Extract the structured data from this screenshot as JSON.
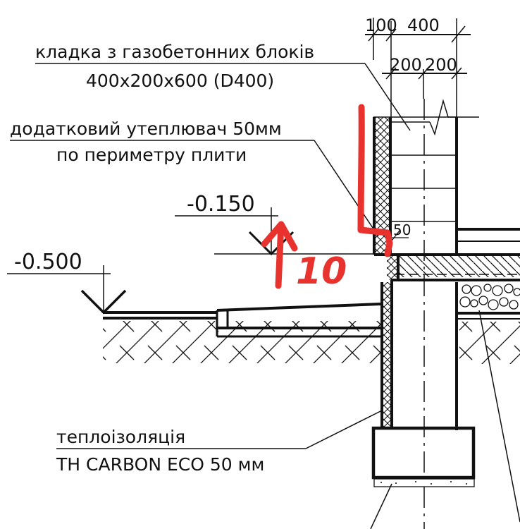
{
  "drawing": {
    "title": "Foundation / wall junction detail",
    "colors": {
      "ink": "#111111",
      "markup": "#e8322e",
      "background": "#ffffff"
    }
  },
  "dimensions": {
    "top_row": [
      "100",
      "400"
    ],
    "second_row": [
      "200",
      "200"
    ],
    "insulation_gap": "50"
  },
  "labels": {
    "masonry_line1": "кладка з газобетонних блоків",
    "masonry_line2": "400x200x600 (D400)",
    "extra_insulation_line1": "додатковий утеплювач 50мм",
    "extra_insulation_line2": "по периметру плити",
    "thermal_insulation_line1": "теплоізоляція",
    "thermal_insulation_line2": "TH CARBON ECO   50 мм"
  },
  "elevations": {
    "level_1": "-0.150",
    "level_2": "-0.500"
  },
  "markup": {
    "note": "10",
    "arrow": "up-arrow"
  }
}
